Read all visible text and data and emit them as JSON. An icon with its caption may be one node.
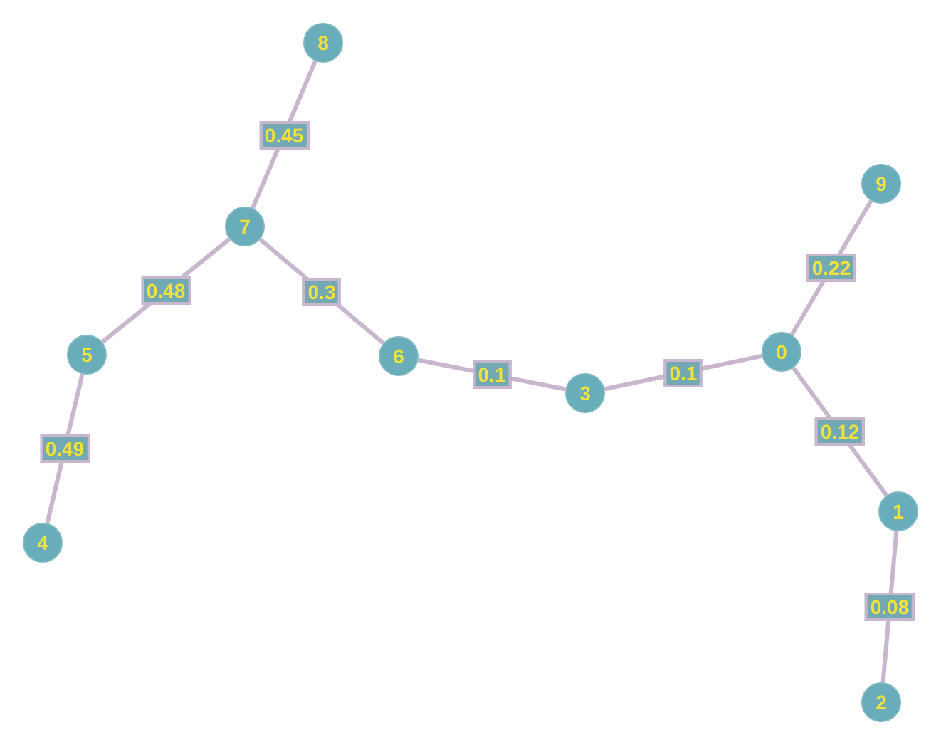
{
  "diagram": {
    "nodes": [
      {
        "text": [
          "0"
        ]
      },
      {
        "text": [
          "1"
        ]
      },
      {
        "text": [
          "2"
        ]
      },
      {
        "text": [
          "3"
        ]
      },
      {
        "text": [
          "4"
        ]
      },
      {
        "text": [
          "5"
        ]
      },
      {
        "text": [
          "6"
        ]
      },
      {
        "text": [
          "7"
        ]
      },
      {
        "text": [
          "8"
        ]
      },
      {
        "text": [
          "9"
        ]
      }
    ],
    "edges": [
      {
        "from": 8,
        "to": 7,
        "arrow": "none",
        "label": "0.45"
      },
      {
        "from": 7,
        "to": 5,
        "arrow": "none",
        "label": "0.48"
      },
      {
        "from": 7,
        "to": 6,
        "arrow": "none",
        "label": "0.3"
      },
      {
        "from": 5,
        "to": 4,
        "arrow": "none",
        "label": "0.49"
      },
      {
        "from": 6,
        "to": 3,
        "arrow": "none",
        "label": "0.1"
      },
      {
        "from": 3,
        "to": 0,
        "arrow": "none",
        "label": "0.1"
      },
      {
        "from": 0,
        "to": 9,
        "arrow": "none",
        "label": "0.22"
      },
      {
        "from": 0,
        "to": 1,
        "arrow": "none",
        "label": "0.12"
      },
      {
        "from": 1,
        "to": 2,
        "arrow": "none",
        "label": "0.08"
      }
    ]
  }
}
